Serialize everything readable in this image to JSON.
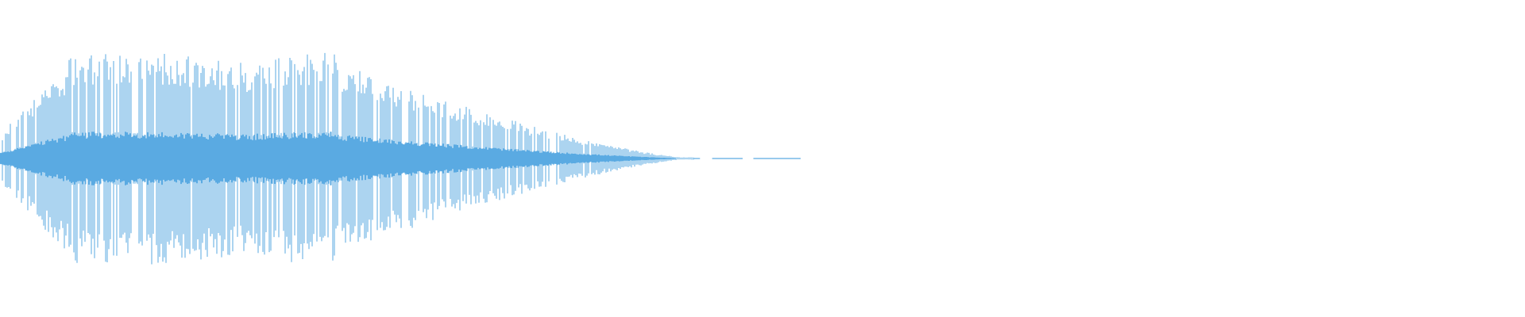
{
  "waveform": {
    "color": "#5aaae2",
    "background": "#ffffff",
    "segments": [
      {
        "start": 0.0,
        "end": 0.459
      },
      {
        "start": 0.467,
        "end": 0.487
      },
      {
        "start": 0.494,
        "end": 0.525
      }
    ],
    "envelope": {
      "attack": 0.045,
      "peak_position": 0.16,
      "peak_amplitude": 0.72,
      "sustain_amplitude": 0.62,
      "decay_start": 0.22,
      "fade_end": 0.455,
      "trail_amplitude": 0.008
    },
    "spike_density": 0.75,
    "spike_variance": 0.32
  }
}
